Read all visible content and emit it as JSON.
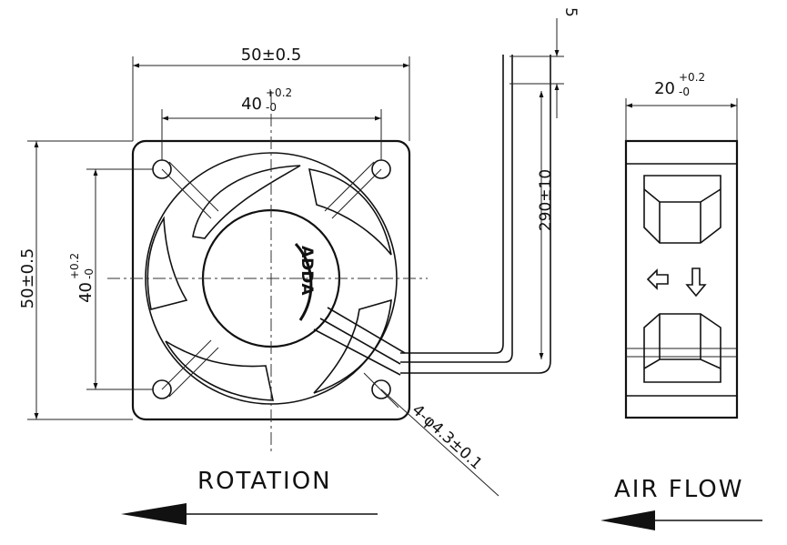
{
  "dimensions": {
    "overall_width": "50±0.5",
    "hole_pitch_width_base": "40",
    "hole_pitch_width_sup": "+0.2",
    "hole_pitch_width_sub": "-0",
    "overall_height": "50±0.5",
    "hole_pitch_height_base": "40",
    "hole_pitch_height_sup": "+0.2",
    "hole_pitch_height_sub": "-0",
    "lead_length": "290±10",
    "lead_strip": "5",
    "thickness_base": "20",
    "thickness_sup": "+0.2",
    "thickness_sub": "-0",
    "mounting_holes": "4-φ4.3±0.1"
  },
  "brand_logo": "ADDA",
  "labels": {
    "rotation": "ROTATION",
    "air_flow": "AIR FLOW"
  },
  "icons": {
    "rotation_arrow": "arrow-left-icon",
    "airflow_arrow": "arrow-left-icon",
    "side_flow_left": "outline-arrow-left-icon",
    "side_flow_down": "outline-arrow-down-icon"
  }
}
